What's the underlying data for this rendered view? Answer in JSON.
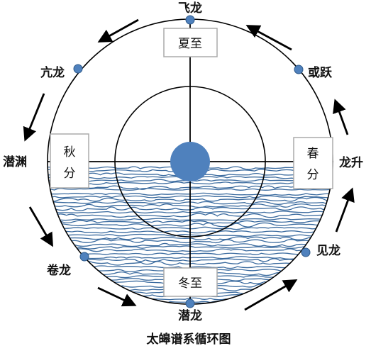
{
  "positions": {
    "top": "飞龙",
    "upper_right": "或跃",
    "right": "龙升",
    "lower_right": "见龙",
    "bottom": "潜龙",
    "lower_left": "卷龙",
    "left": "潜渊",
    "upper_left": "亢龙"
  },
  "seasons": {
    "summer": "夏至",
    "winter": "冬至",
    "autumn_line1": "秋",
    "autumn_line2": "分",
    "spring_line1": "春",
    "spring_line2": "分"
  },
  "caption": "太皞谱系循环图",
  "colors": {
    "dot": "#4f81bd",
    "water": "#3a6a9e",
    "line": "#000000"
  }
}
